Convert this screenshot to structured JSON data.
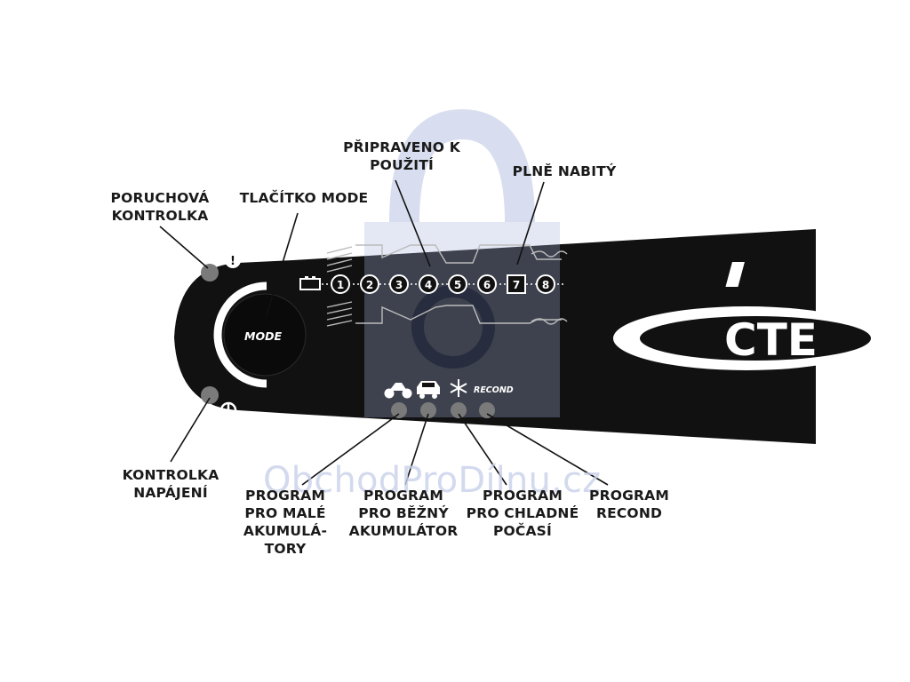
{
  "labels": {
    "fault_indicator": "PORUCHOVÁ\nKONTROLKA",
    "mode_button": "TLAČÍTKO MODE",
    "ready_to_use": "PŘIPRAVENO K\nPOUŽITÍ",
    "fully_charged": "PLNĚ NABITÝ",
    "power_indicator": "KONTROLKA\nNAPÁJENÍ",
    "program_small": "PROGRAM\nPRO MALÉ\nAKUMULÁ-\nTORY",
    "program_normal": "PROGRAM\nPRO BĚŽNÝ\nAKUMULÁTOR",
    "program_cold": "PROGRAM\nPRO CHLADNÉ\nPOČASÍ",
    "program_recond": "PROGRAM\nRECOND"
  },
  "device": {
    "mode_text": "MODE",
    "steps": [
      "1",
      "2",
      "3",
      "4",
      "5",
      "6",
      "7",
      "8"
    ],
    "recond_text": "RECOND",
    "logo_text": "CTE",
    "fault_symbol": "!",
    "colors": {
      "body": "#111111",
      "led": "#7a7a7a",
      "label": "#1a1a1a",
      "ring": "#ffffff"
    }
  },
  "watermark": {
    "text": "ObchodProDílnu.cz",
    "color": "#c9d2ea"
  },
  "icons": [
    "battery-icon",
    "motorcycle-icon",
    "car-icon",
    "snowflake-icon",
    "power-icon",
    "warning-icon"
  ]
}
